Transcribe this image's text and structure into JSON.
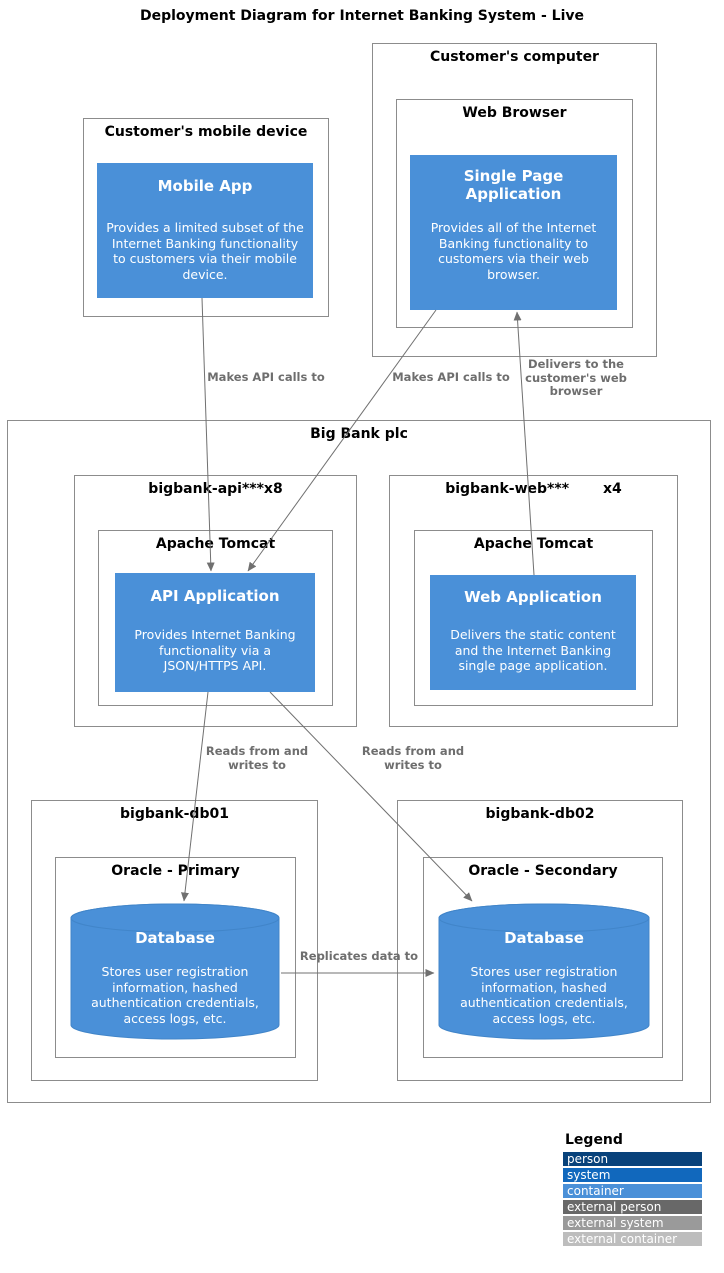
{
  "title": "Deployment Diagram for Internet Banking System - Live",
  "nodes": {
    "mobile_device": {
      "label": "Customer's mobile device",
      "app": {
        "title": "Mobile App",
        "desc": "Provides a limited subset of the Internet Banking functionality to customers via their mobile device."
      }
    },
    "customer_computer": {
      "label": "Customer's computer",
      "browser": {
        "label": "Web Browser",
        "app": {
          "title": "Single Page Application",
          "desc": "Provides all of the Internet Banking functionality to customers via their web browser."
        }
      }
    },
    "big_bank": {
      "label": "Big Bank plc",
      "api_node": {
        "label": "bigbank-api***x8",
        "runtime": "Apache Tomcat",
        "app": {
          "title": "API Application",
          "desc": "Provides Internet Banking functionality via a JSON/HTTPS API."
        }
      },
      "web_node": {
        "label": "bigbank-web***",
        "instances": "x4",
        "runtime": "Apache Tomcat",
        "app": {
          "title": "Web Application",
          "desc": "Delivers the static content and the Internet Banking single page application."
        }
      },
      "db01": {
        "label": "bigbank-db01",
        "runtime": "Oracle - Primary",
        "db": {
          "title": "Database",
          "desc": "Stores user registration information, hashed authentication credentials, access logs, etc."
        }
      },
      "db02": {
        "label": "bigbank-db02",
        "runtime": "Oracle - Secondary",
        "db": {
          "title": "Database",
          "desc": "Stores user registration information, hashed authentication credentials, access logs, etc."
        }
      }
    }
  },
  "edges": {
    "mobile_to_api": "Makes API calls to",
    "spa_to_api": "Makes API calls to",
    "web_to_spa": "Delivers to the customer's web browser",
    "api_to_db01": "Reads from and writes to",
    "api_to_db02": "Reads from and writes to",
    "db01_to_db02": "Replicates data to"
  },
  "colors": {
    "container": "#4a90d8",
    "container_stroke": "#4185c9",
    "edge": "#707070",
    "box_border": "#8c8c8c"
  },
  "legend": {
    "title": "Legend",
    "items": [
      {
        "label": "person",
        "color": "#08427b"
      },
      {
        "label": "system",
        "color": "#1168bd"
      },
      {
        "label": "container",
        "color": "#4a90d8"
      },
      {
        "label": "external person",
        "color": "#686868"
      },
      {
        "label": "external system",
        "color": "#9a9a9a"
      },
      {
        "label": "external container",
        "color": "#bdbdbd"
      }
    ]
  }
}
